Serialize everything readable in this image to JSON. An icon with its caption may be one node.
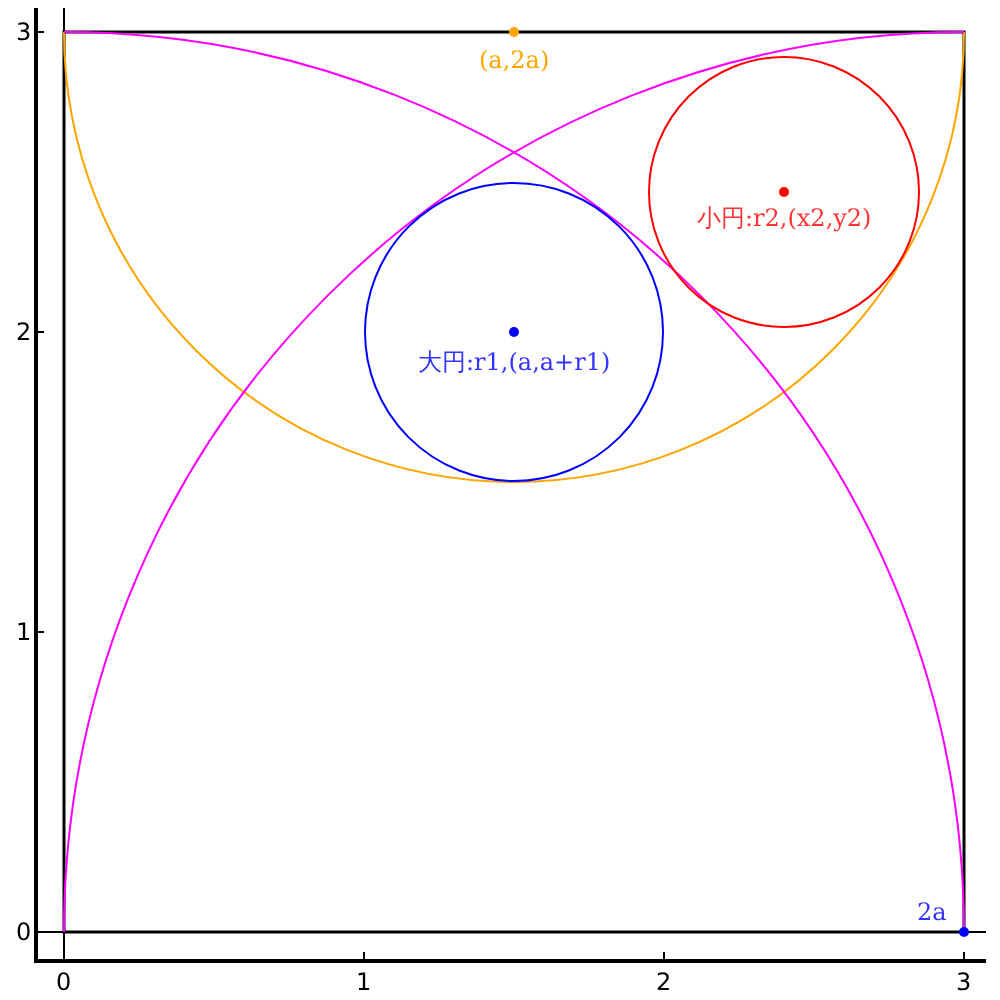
{
  "diagram": {
    "nodes": [
      {
        "text": [
          "大円:r1,(a,a+r1)"
        ]
      },
      {
        "text": [
          "小円:r2,(x2,y2)"
        ]
      }
    ],
    "labels": [
      "3",
      "(a,2a)",
      "2",
      "1",
      "2a",
      "0",
      "0",
      "1",
      "2",
      "3"
    ]
  }
}
